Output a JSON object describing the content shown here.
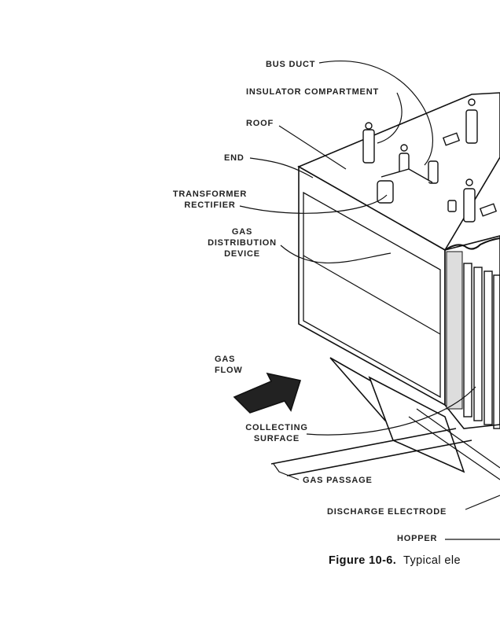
{
  "labels": {
    "bus_duct": "BUS DUCT",
    "insulator_compartment": "INSULATOR COMPARTMENT",
    "roof": "ROOF",
    "end": "END",
    "transformer_rectifier": [
      "TRANSFORMER",
      "RECTIFIER"
    ],
    "gas_distribution_device": [
      "GAS",
      "DISTRIBUTION",
      "DEVICE"
    ],
    "gas_flow": [
      "GAS",
      "FLOW"
    ],
    "collecting_surface": [
      "COLLECTING",
      "SURFACE"
    ],
    "gas_passage": "GAS PASSAGE",
    "discharge_electrode": "DISCHARGE ELECTRODE",
    "hopper": "HOPPER"
  },
  "caption": {
    "number": "Figure 10-6.",
    "text": "Typical ele"
  }
}
